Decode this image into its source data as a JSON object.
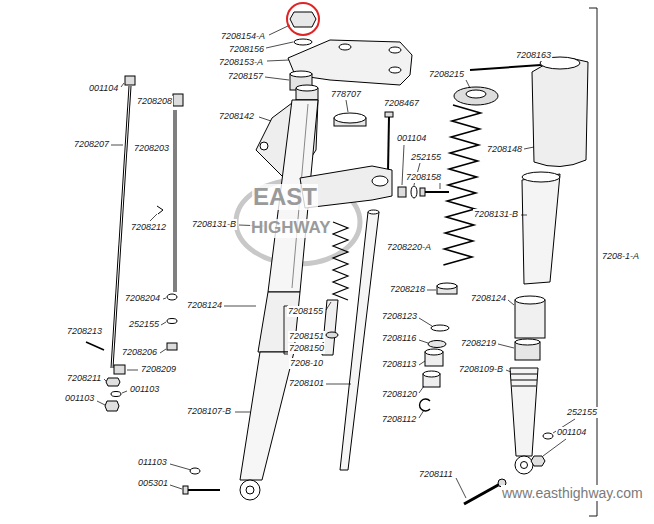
{
  "diagram": {
    "labels": [
      "7208154-A",
      "7208156",
      "7208153-A",
      "7208157",
      "7208163",
      "7208215",
      "001104",
      "7208208",
      "778707",
      "7208467",
      "7208142",
      "001104",
      "252155",
      "7208148",
      "7208207",
      "7208203",
      "7208158",
      "7208212",
      "7208131-B",
      "7208131-B",
      "7208220-A",
      "7208-1-A",
      "7208218",
      "7208204",
      "7208124",
      "7208124",
      "7208155",
      "7208123",
      "252155",
      "7208213",
      "7208151",
      "7208116",
      "7208219",
      "7208150",
      "7208206",
      "7208-10",
      "7208113",
      "7208209",
      "7208109-B",
      "7208211",
      "7208101",
      "001103",
      "7208120",
      "001103",
      "7208107-B",
      "252155",
      "7208112",
      "001104",
      "011103",
      "7208111",
      "005301",
      "www.easthighway.com",
      "EAST",
      "HIGHWAY"
    ]
  }
}
